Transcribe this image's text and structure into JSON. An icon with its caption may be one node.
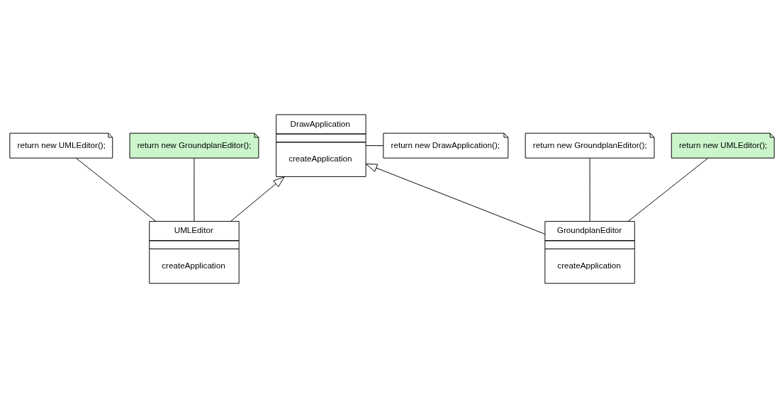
{
  "diagram": {
    "nodes": [
      {
        "text": [
          "DrawApplication",
          "createApplication"
        ]
      },
      {
        "text": [
          "return new DrawApplication();"
        ]
      },
      {
        "text": [
          "UMLEditor",
          "createApplication"
        ]
      },
      {
        "text": [
          "GroundplanEditor",
          "createApplication"
        ]
      },
      {
        "text": [
          "return new UMLEditor();"
        ]
      },
      {
        "text": [
          "return new GroundplanEditor();"
        ]
      },
      {
        "text": [
          "return new GroundplanEditor();"
        ]
      },
      {
        "text": [
          "return new UMLEditor();"
        ]
      }
    ],
    "edges": [
      {
        "from": 0,
        "to": 1,
        "arrow": "none"
      },
      {
        "from": 2,
        "to": 0,
        "arrow": "to"
      },
      {
        "from": 3,
        "to": 0,
        "arrow": "to"
      },
      {
        "from": 4,
        "to": 2,
        "arrow": "none"
      },
      {
        "from": 5,
        "to": 2,
        "arrow": "none"
      },
      {
        "from": 3,
        "to": 6,
        "arrow": "none"
      },
      {
        "from": 3,
        "to": 7,
        "arrow": "none"
      }
    ]
  }
}
